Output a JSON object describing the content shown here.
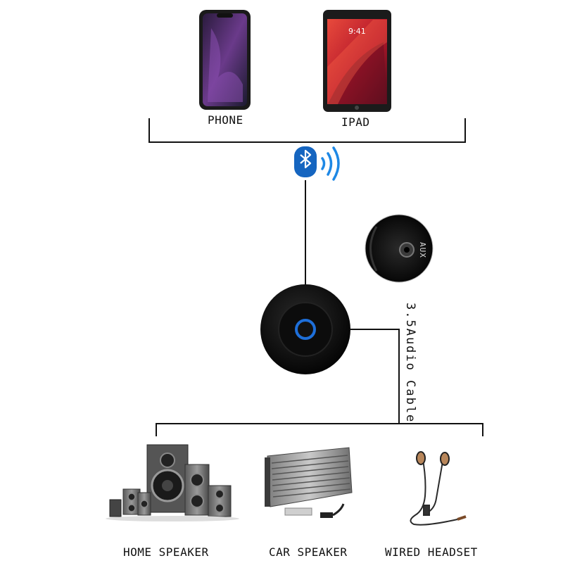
{
  "sources": {
    "phone_label": "PHONE",
    "ipad_label": "IPAD",
    "ipad_clock": "9:41"
  },
  "device": {
    "aux_port_label": "AUX",
    "cable_label": "3.5Audio Cable"
  },
  "outputs": {
    "home_speaker_label": "HOME SPEAKER",
    "car_speaker_label": "CAR SPEAKER",
    "wired_headset_label": "WIRED HEADSET"
  },
  "colors": {
    "bluetooth_blue": "#1565c0",
    "signal_blue": "#1e88e5",
    "device_ring": "#1e6fd9"
  },
  "icons": [
    "phone-icon",
    "tablet-icon",
    "bluetooth-icon",
    "signal-waves-icon",
    "aux-port-icon",
    "receiver-device-icon",
    "speaker-system-icon",
    "car-amplifier-icon",
    "earphones-icon"
  ]
}
